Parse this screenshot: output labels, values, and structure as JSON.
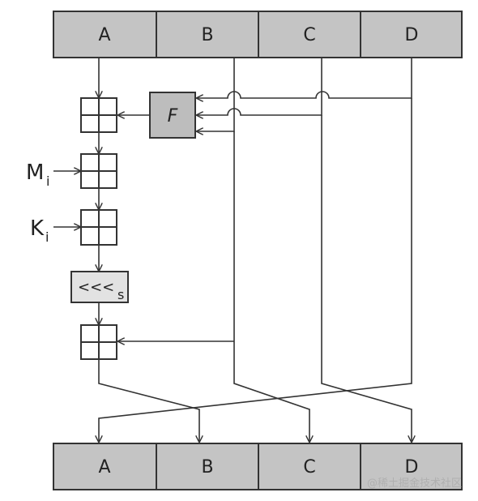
{
  "registers_top": [
    "A",
    "B",
    "C",
    "D"
  ],
  "registers_bottom": [
    "A",
    "B",
    "C",
    "D"
  ],
  "function_label": "F",
  "message_label": "M",
  "message_sub": "i",
  "constant_label": "K",
  "constant_sub": "i",
  "shift_label": "<<<",
  "shift_sub": "s",
  "watermark": "@稀土掘金技术社区",
  "colors": {
    "register_fill": "#c4c4c4",
    "function_fill": "#bdbdbd",
    "shift_fill": "#e2e2e2",
    "adder_fill": "#ffffff",
    "line": "#333333"
  }
}
